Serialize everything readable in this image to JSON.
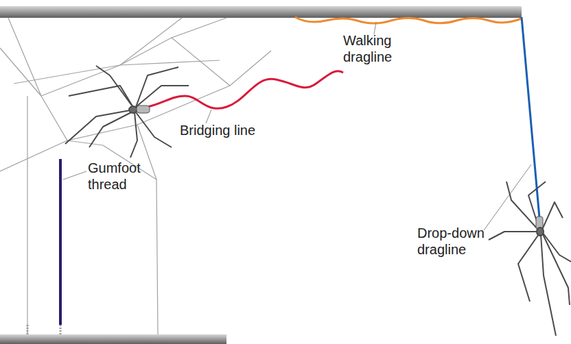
{
  "diagram": {
    "labels": [
      "Walking dragline",
      "Bridging line",
      "Gumfoot thread",
      "Drop-down dragline"
    ]
  }
}
